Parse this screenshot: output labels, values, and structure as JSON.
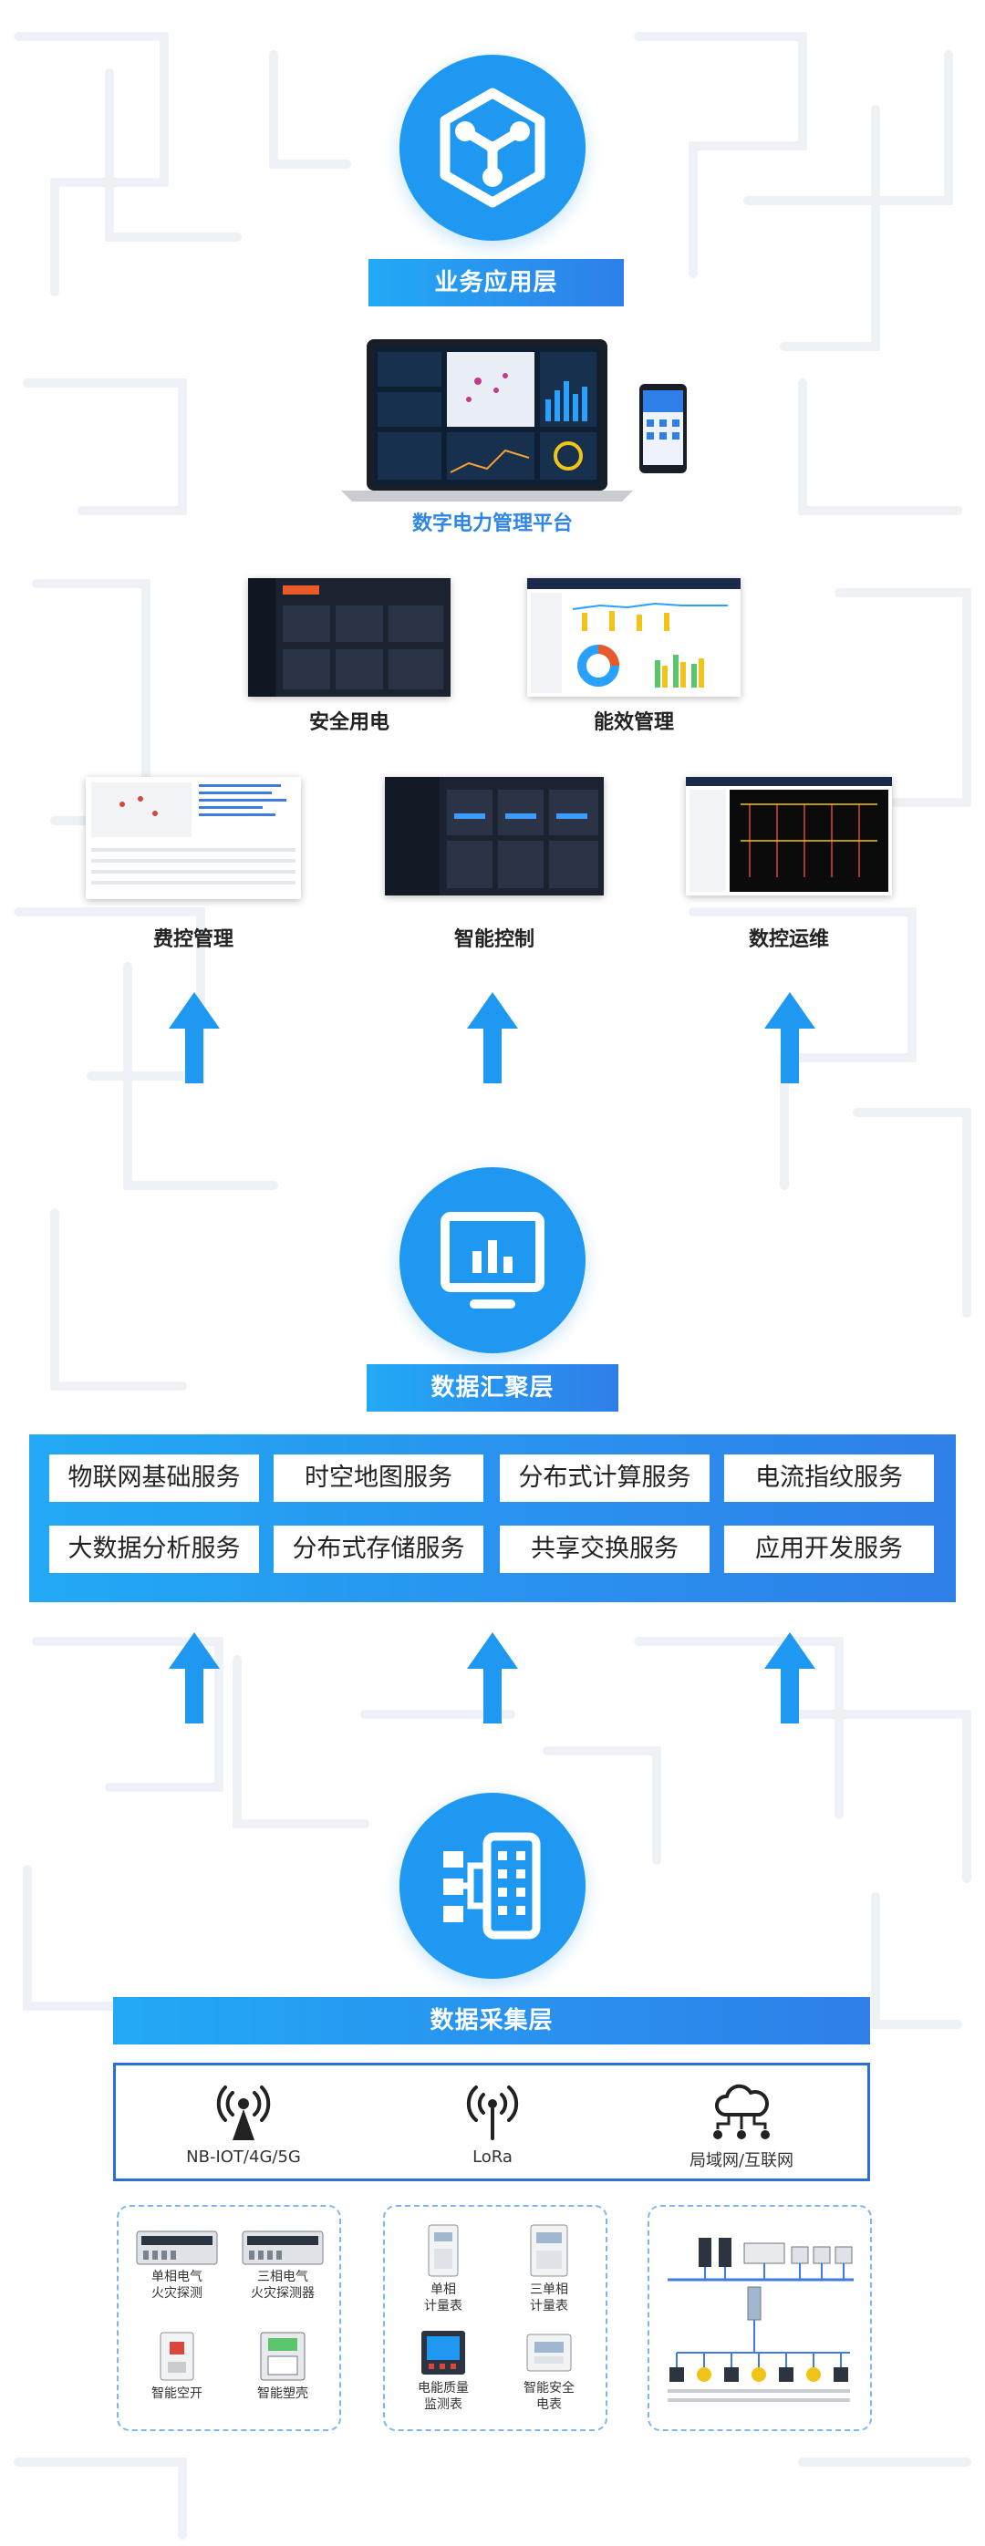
{
  "colors": {
    "primary": "#1e98f0",
    "gradient_start": "#22a9f5",
    "gradient_end": "#2f7fe9",
    "border": "#2a6fd8"
  },
  "layers": {
    "business": {
      "icon": "cube-network-icon",
      "title": "业务应用层",
      "platform_caption": "数字电力管理平台",
      "apps_row1": [
        "安全用电",
        "能效管理"
      ],
      "apps_row2": [
        "费控管理",
        "智能控制",
        "数控运维"
      ]
    },
    "aggregation": {
      "icon": "monitor-chart-icon",
      "title": "数据汇聚层",
      "services_row1": [
        "物联网基础服务",
        "时空地图服务",
        "分布式计算服务",
        "电流指纹服务"
      ],
      "services_row2": [
        "大数据分析服务",
        "分布式存储服务",
        "共享交换服务",
        "应用开发服务"
      ]
    },
    "collection": {
      "icon": "server-hub-icon",
      "title": "数据采集层",
      "networks": [
        {
          "label": "NB-IOT/4G/5G",
          "icon": "signal-tower-icon"
        },
        {
          "label": "LoRa",
          "icon": "wireless-antenna-icon"
        },
        {
          "label": "局域网/互联网",
          "icon": "cloud-network-icon"
        }
      ],
      "group1": [
        "单相电气",
        "火灾探测",
        "三相电气",
        "火灾探测器",
        "智能空开",
        "智能塑壳"
      ],
      "group2": [
        "单相",
        "计量表",
        "三单相",
        "计量表",
        "电能质量",
        "监测表",
        "智能安全",
        "电表"
      ]
    }
  }
}
